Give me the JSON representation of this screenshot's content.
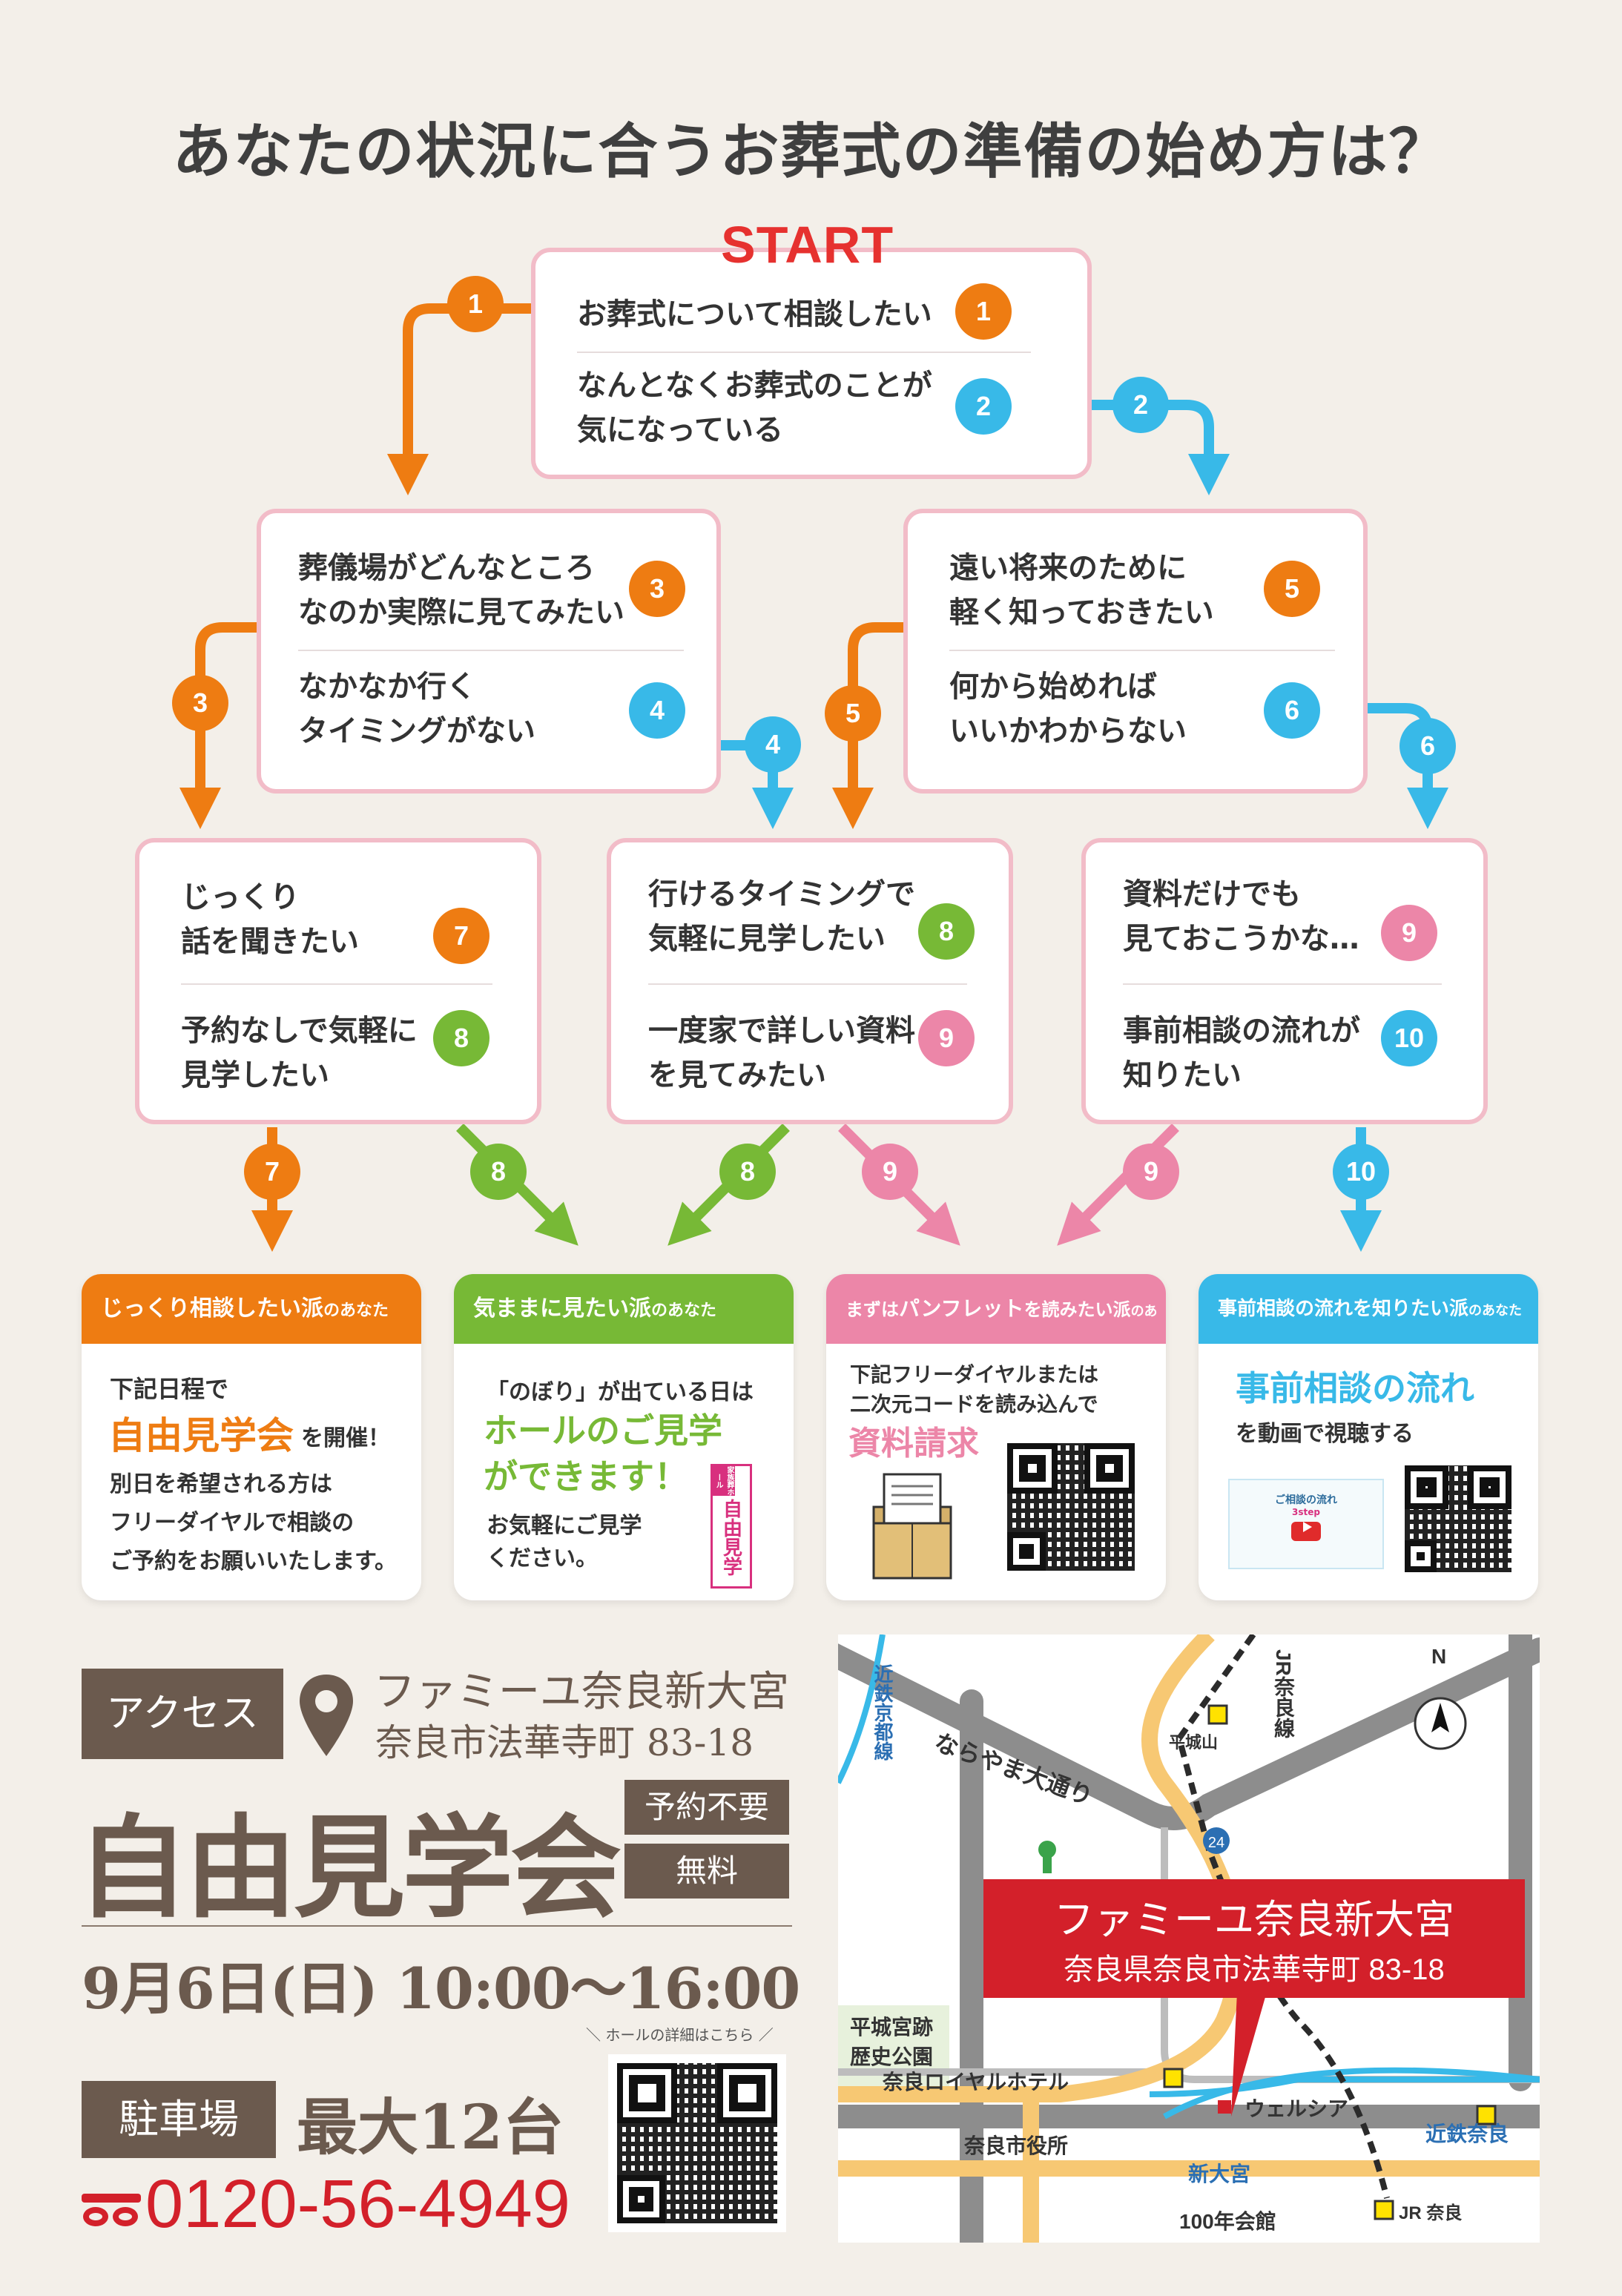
{
  "title": "あなたの状況に合うお葬式の準備の始め方は？",
  "start_label": "START",
  "colors": {
    "orange": "#ee7c12",
    "blue": "#38b9e8",
    "green": "#77b936",
    "pink": "#ec86a8",
    "brown": "#6b5a4e",
    "red": "#d3202a",
    "box_border": "#f2bcc8",
    "background": "#f3efe9"
  },
  "flow": {
    "start": [
      {
        "text": "お葬式について相談したい",
        "num": "1"
      },
      {
        "text": "なんとなくお葬式のことが\n気になっている",
        "num": "2"
      }
    ],
    "left": [
      {
        "text": "葬儀場がどんなところ\nなのか実際に見てみたい",
        "num": "3"
      },
      {
        "text": "なかなか行く\nタイミングがない",
        "num": "4"
      }
    ],
    "right": [
      {
        "text": "遠い将来のために\n軽く知っておきたい",
        "num": "5"
      },
      {
        "text": "何から始めれば\nいいかわからない",
        "num": "6"
      }
    ],
    "bottom_left": [
      {
        "text": "じっくり\n話を聞きたい",
        "num": "7"
      },
      {
        "text": "予約なしで気軽に\n見学したい",
        "num": "8"
      }
    ],
    "bottom_mid": [
      {
        "text": "行けるタイミングで\n気軽に見学したい",
        "num": "8"
      },
      {
        "text": "一度家で詳しい資料\nを見てみたい",
        "num": "9"
      }
    ],
    "bottom_right": [
      {
        "text": "資料だけでも\n見ておこうかな…",
        "num": "9"
      },
      {
        "text": "事前相談の流れが\n知りたい",
        "num": "10"
      }
    ],
    "arrow_labels": [
      "1",
      "2",
      "3",
      "4",
      "5",
      "6",
      "7",
      "8",
      "8",
      "9",
      "9",
      "10"
    ]
  },
  "cards": [
    {
      "header_main": "じっくり相談したい派",
      "header_sub": "のあなた",
      "line1": "下記日程で",
      "highlight": "自由見学会",
      "after_highlight": "を開催！",
      "body": "別日を希望される方は\nフリーダイヤルで相談の\nご予約をお願いいたします。"
    },
    {
      "header_main": "気ままに見たい派",
      "header_sub": "のあなた",
      "line1": "「のぼり」が出ている日は",
      "highlight": "ホールのご見学\nができます！",
      "body": "お気軽にご見学\nください。",
      "banner_top": "家族葬ホール",
      "banner_main": "自由見学"
    },
    {
      "header_pre": "まずは",
      "header_main": "パンフレット",
      "header_mid": "を読みたい派",
      "header_sub": "のあなた",
      "line1": "下記フリーダイヤルまたは\n二次元コードを読み込んで",
      "highlight": "資料請求"
    },
    {
      "header_main": "事前相談の流れを知りたい派",
      "header_sub": "のあなた",
      "highlight": "事前相談の流れ",
      "line1": "を動画で視聴する",
      "video_title": "ご相談の流れ",
      "video_sub": "3step"
    }
  ],
  "access": {
    "access_label": "アクセス",
    "hall_name": "ファミーユ奈良新大宮",
    "address": "奈良市法華寺町 83-18",
    "event_title": "自由見学会",
    "tag_reservation": "予約不要",
    "tag_free": "無料",
    "date": "9月6日(日) 10:00〜16:00",
    "hall_detail_note": "＼ ホールの詳細はこちら ／",
    "parking_label": "駐車場",
    "parking_value": "最大12台",
    "phone": "0120-56-4949"
  },
  "map": {
    "callout_name": "ファミーユ奈良新大宮",
    "callout_address": "奈良県奈良市法華寺町 83-18",
    "north": "N",
    "road_narayama": "ならやま大通り",
    "line_kintetsu_kyoto": "近鉄京都線",
    "line_jr_nara": "JR奈良線",
    "route_number": "24",
    "station_heijoyama": "平城山",
    "park": "平城宮跡\n歴史公園",
    "hotel": "奈良ロイヤルホテル",
    "city_hall": "奈良市役所",
    "welcia": "ウェルシア",
    "station_shinomiya": "新大宮",
    "station_kintetsu_nara": "近鉄奈良",
    "station_jr_nara": "JR 奈良",
    "hall_100": "100年会館"
  }
}
